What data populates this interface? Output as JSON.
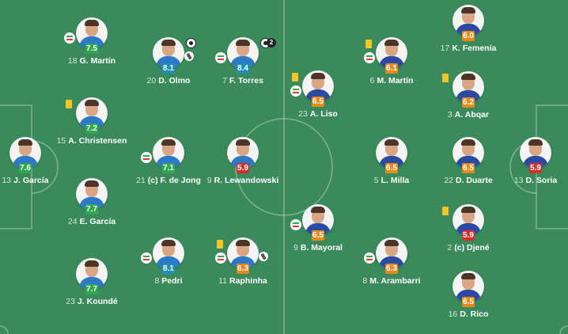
{
  "colors": {
    "pitch": "#3a8a5c",
    "home_shirt": "#2c78c9",
    "away_shirt": "#2b4aa3",
    "rating_green": "#2fa84f",
    "rating_blue": "#1e8fb8",
    "rating_orange": "#e58a1b",
    "rating_red": "#d32f2f",
    "yellow_card": "#f3c623"
  },
  "home_team": [
    {
      "number": "13",
      "name": "J. García",
      "rating": "7.6",
      "tier": "green",
      "sub": false,
      "yellow": false
    },
    {
      "number": "18",
      "name": "G. Martín",
      "rating": "7.5",
      "tier": "green",
      "sub": true,
      "yellow": false
    },
    {
      "number": "15",
      "name": "A. Christensen",
      "rating": "7.2",
      "tier": "green",
      "sub": false,
      "yellow": true
    },
    {
      "number": "24",
      "name": "E. García",
      "rating": "7.7",
      "tier": "green",
      "sub": false,
      "yellow": false
    },
    {
      "number": "23",
      "name": "J. Koundé",
      "rating": "7.7",
      "tier": "green",
      "sub": false,
      "yellow": false
    },
    {
      "number": "20",
      "name": "D. Olmo",
      "rating": "8.1",
      "tier": "blue",
      "sub": false,
      "yellow": false,
      "goals": 1,
      "assist": true
    },
    {
      "number": "21",
      "name": "(c) F. de Jong",
      "rating": "7.1",
      "tier": "green",
      "sub": true,
      "yellow": false
    },
    {
      "number": "8",
      "name": "Pedri",
      "rating": "8.1",
      "tier": "blue",
      "sub": true,
      "yellow": false
    },
    {
      "number": "7",
      "name": "F. Torres",
      "rating": "8.4",
      "tier": "blue",
      "sub": true,
      "yellow": false,
      "goals": 2
    },
    {
      "number": "9",
      "name": "R. Lewandowski",
      "rating": "5.9",
      "tier": "red",
      "sub": false,
      "yellow": false
    },
    {
      "number": "11",
      "name": "Raphinha",
      "rating": "6.3",
      "tier": "orange",
      "sub": true,
      "yellow": true,
      "assist": true
    }
  ],
  "away_team": [
    {
      "number": "13",
      "name": "D. Soria",
      "rating": "5.9",
      "tier": "red",
      "sub": false,
      "yellow": false
    },
    {
      "number": "17",
      "name": "K. Femenía",
      "rating": "6.0",
      "tier": "orange",
      "sub": false,
      "yellow": false
    },
    {
      "number": "3",
      "name": "A. Abqar",
      "rating": "6.2",
      "tier": "orange",
      "sub": false,
      "yellow": true
    },
    {
      "number": "22",
      "name": "D. Duarte",
      "rating": "6.5",
      "tier": "orange",
      "sub": false,
      "yellow": false
    },
    {
      "number": "2",
      "name": "(c) Djené",
      "rating": "5.9",
      "tier": "red",
      "sub": false,
      "yellow": true
    },
    {
      "number": "16",
      "name": "D. Rico",
      "rating": "6.5",
      "tier": "orange",
      "sub": false,
      "yellow": false
    },
    {
      "number": "6",
      "name": "M. Martín",
      "rating": "6.1",
      "tier": "orange",
      "sub": true,
      "yellow": true
    },
    {
      "number": "5",
      "name": "L. Milla",
      "rating": "6.5",
      "tier": "orange",
      "sub": false,
      "yellow": false
    },
    {
      "number": "8",
      "name": "M. Arambarri",
      "rating": "6.3",
      "tier": "orange",
      "sub": true,
      "yellow": false
    },
    {
      "number": "23",
      "name": "A. Liso",
      "rating": "6.5",
      "tier": "orange",
      "sub": true,
      "yellow": true
    },
    {
      "number": "9",
      "name": "B. Mayoral",
      "rating": "6.5",
      "tier": "orange",
      "sub": true,
      "yellow": false
    }
  ]
}
